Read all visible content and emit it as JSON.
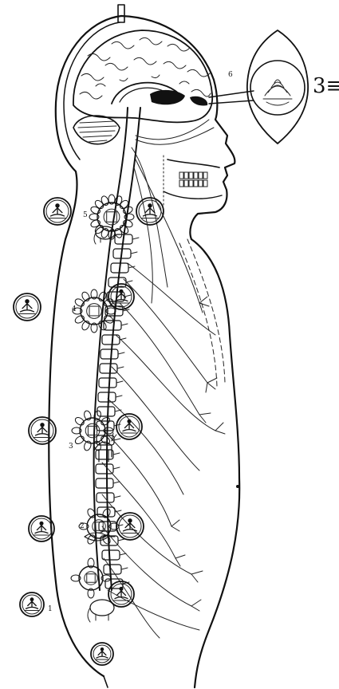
{
  "diagram": {
    "chakra_numbers": [
      "1",
      "2",
      "3",
      "4",
      "5",
      "6"
    ],
    "om_symbol": "3≡",
    "colors": {
      "ink": "#111111",
      "paper": "#ffffff"
    }
  }
}
